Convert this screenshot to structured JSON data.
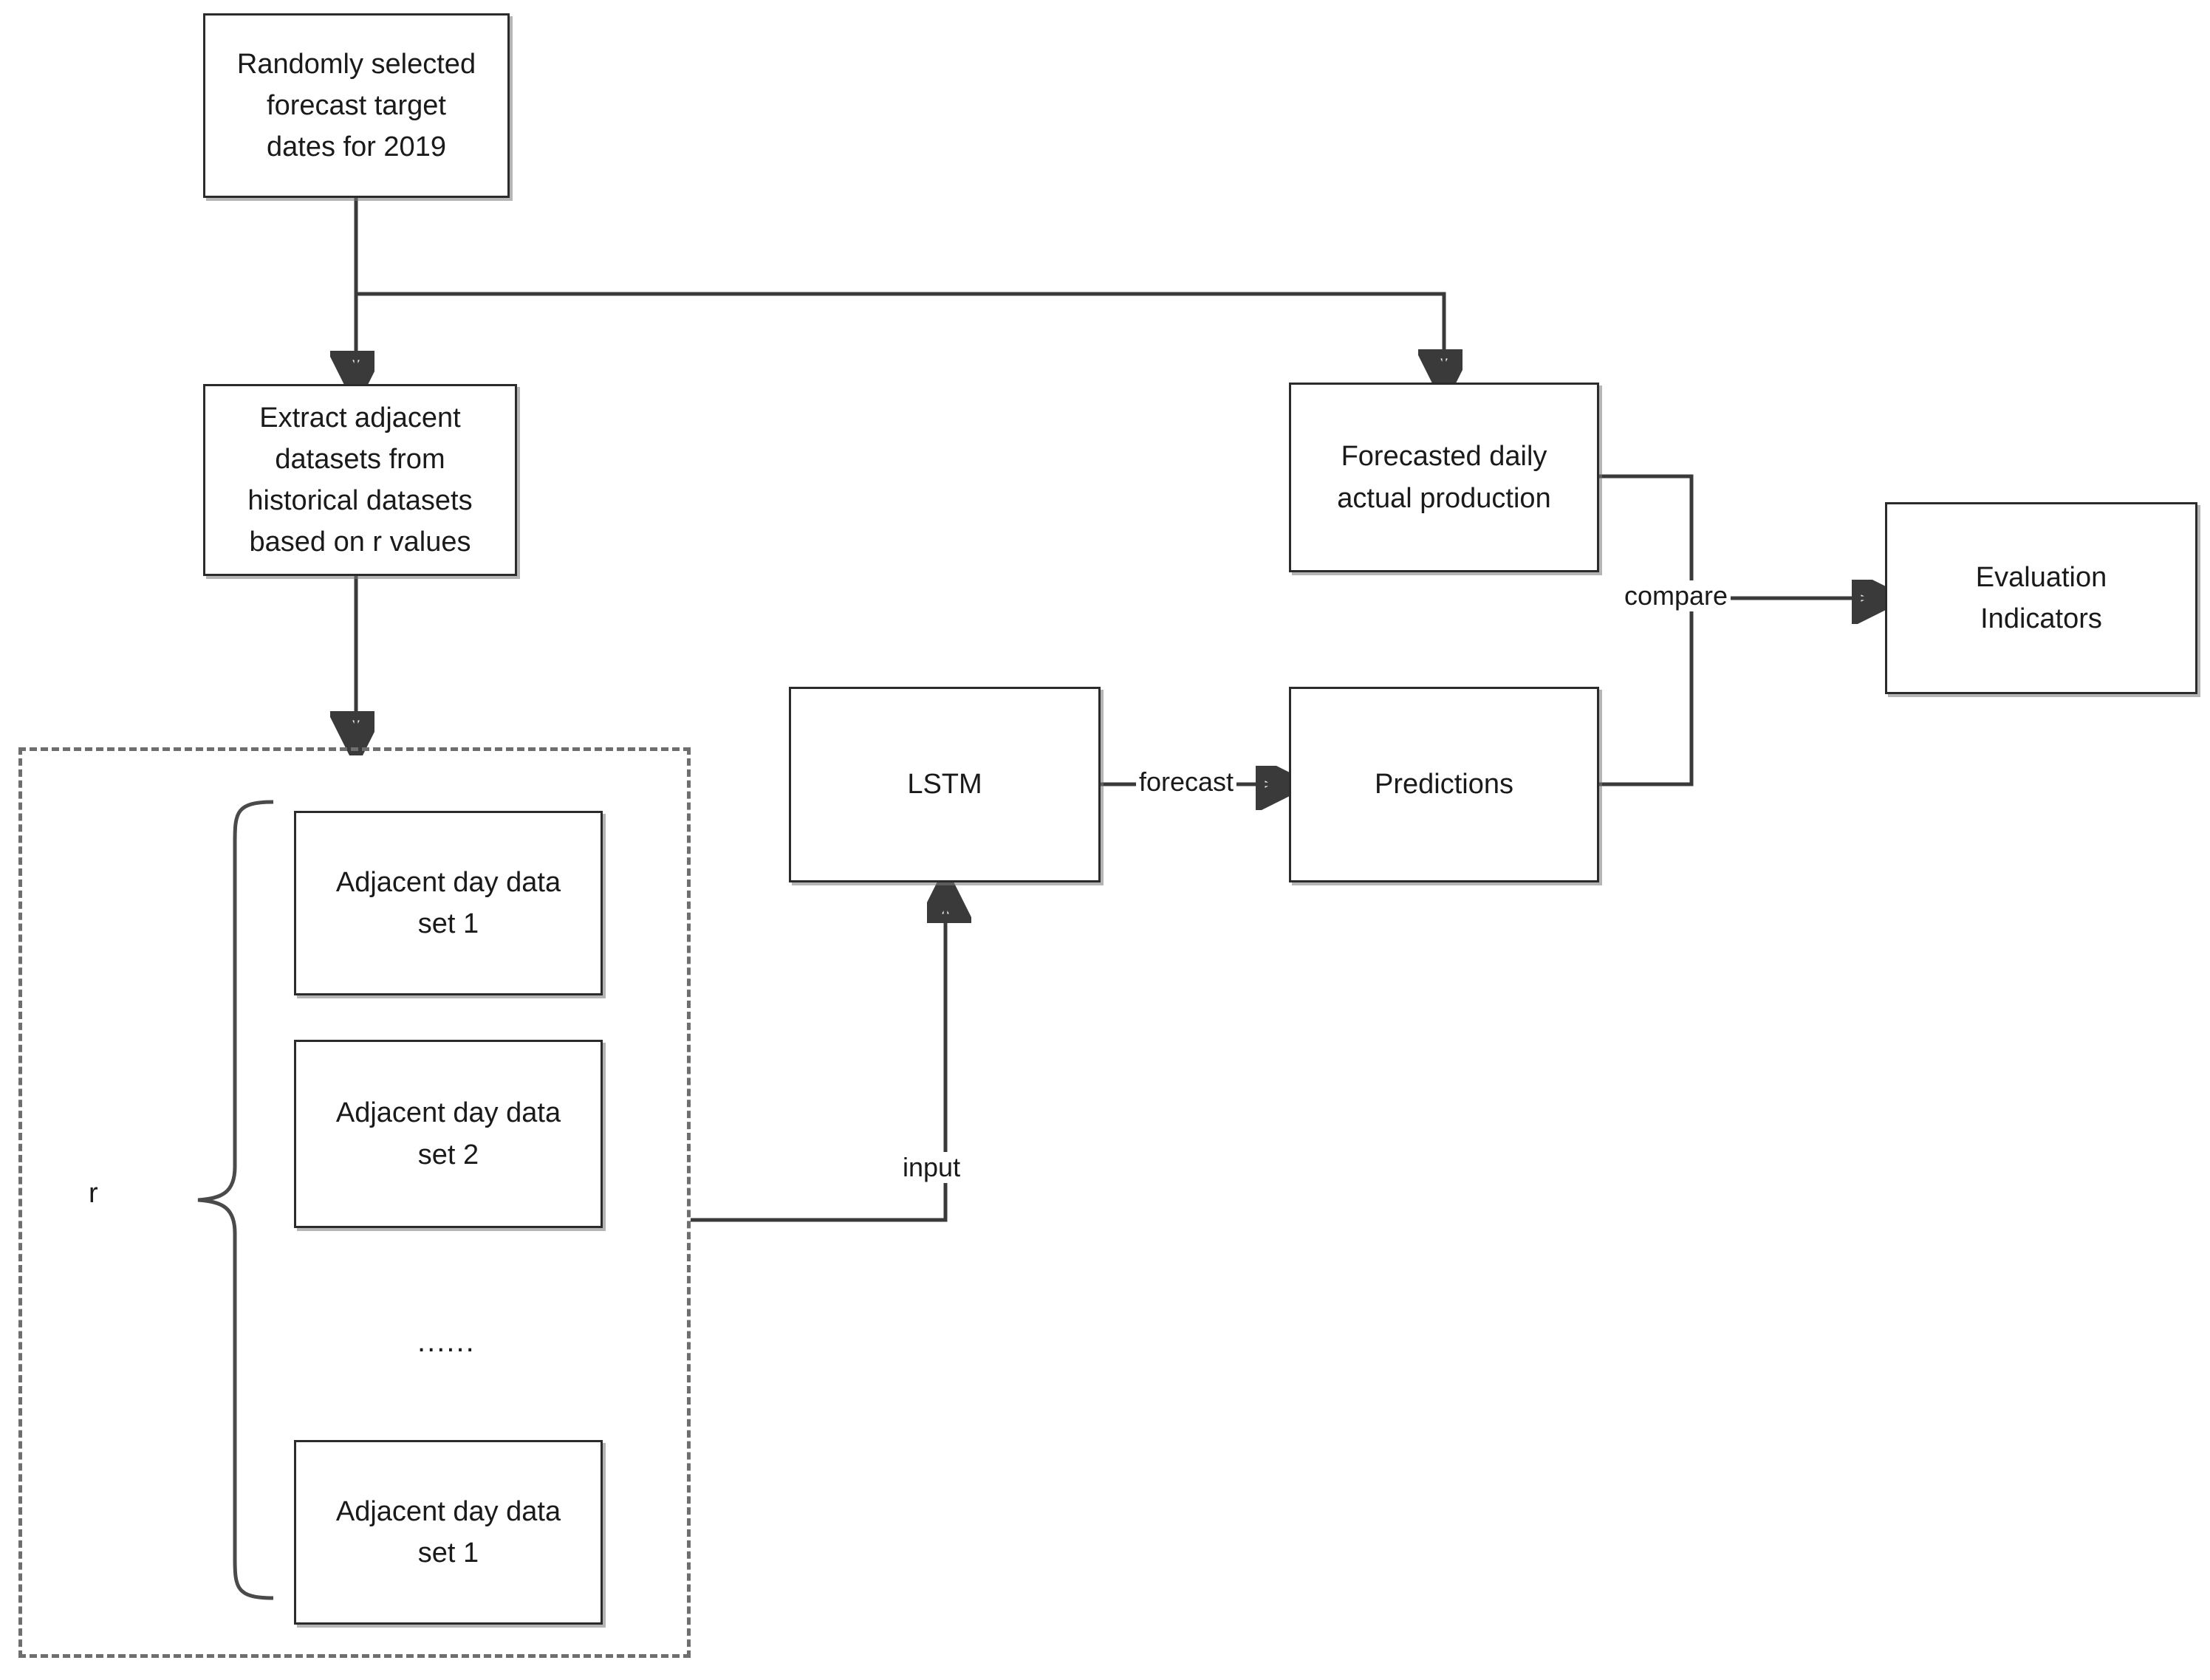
{
  "diagram": {
    "title_hidden": "",
    "colors": {
      "stroke": "#2b2b2b",
      "text": "#1a1a1a",
      "dashed": "#6e6e6e",
      "background": "#ffffff"
    },
    "nodes": {
      "target_dates": "Randomly selected\nforecast target\ndates for 2019",
      "extract": "Extract adjacent\ndatasets from\nhistorical datasets\nbased on r values",
      "forecasted_actual": "Forecasted daily\nactual production",
      "evaluation": "Evaluation\nIndicators",
      "lstm": "LSTM",
      "predictions": "Predictions",
      "adjacent_1": "Adjacent day data\nset 1",
      "adjacent_2": "Adjacent day data\nset 2",
      "adjacent_r": "Adjacent day data\nset 1"
    },
    "edge_labels": {
      "forecast": "forecast",
      "compare": "compare",
      "input": "input"
    },
    "annotations": {
      "brace_label": "r",
      "ellipsis": "......"
    }
  }
}
